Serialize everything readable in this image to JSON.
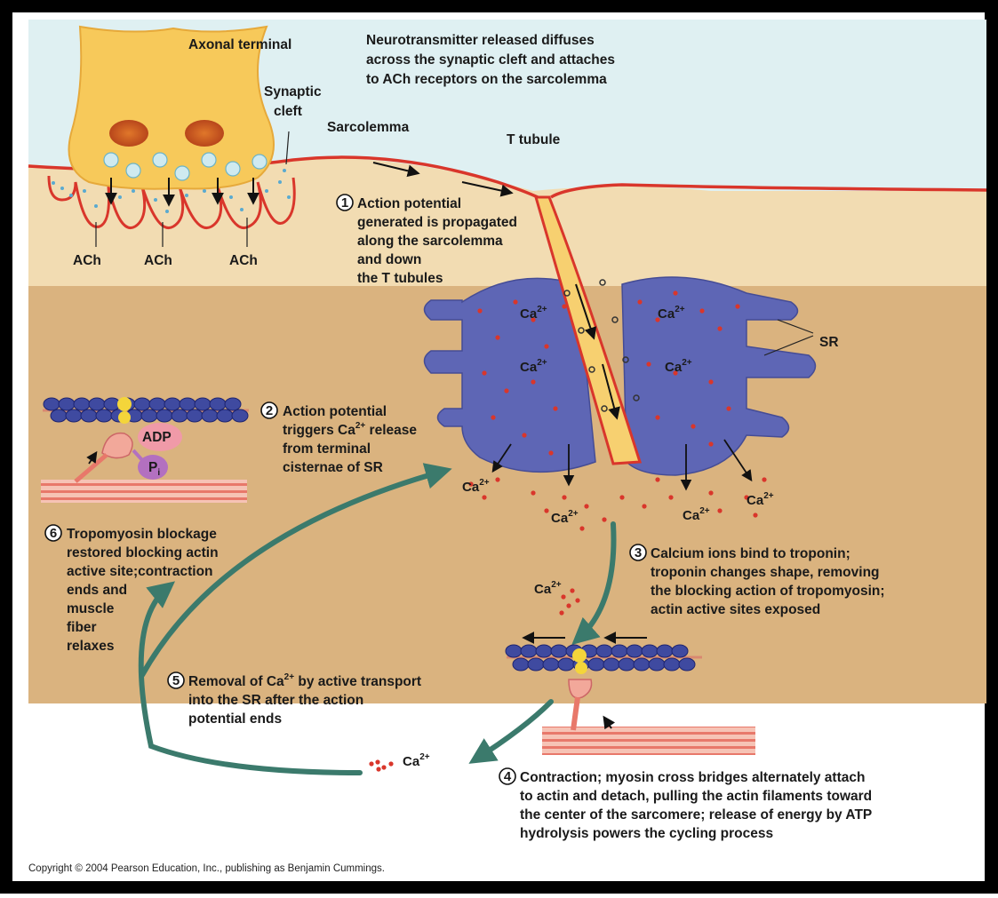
{
  "labels": {
    "axonal_terminal": "Axonal terminal",
    "synaptic_cleft_1": "Synaptic",
    "synaptic_cleft_2": "cleft",
    "sarcolemma": "Sarcolemma",
    "t_tubule": "T tubule",
    "ach_1": "ACh",
    "ach_2": "ACh",
    "ach_3": "ACh",
    "sr": "SR",
    "adp": "ADP",
    "pi_main": "P",
    "pi_sub": "i",
    "ca_base": "Ca",
    "ca_sup": "2+"
  },
  "intro": {
    "line1": "Neurotransmitter released diffuses",
    "line2": "across the synaptic cleft and attaches",
    "line3": "to ACh receptors on the sarcolemma"
  },
  "steps": [
    {
      "num": "1",
      "lines": [
        "Action potential",
        "generated is propagated",
        "along the sarcolemma",
        "and down",
        "the T tubules"
      ]
    },
    {
      "num": "2",
      "lines": [
        "Action potential",
        "triggers Ca",
        "release",
        "from terminal",
        "cisternae of SR"
      ]
    },
    {
      "num": "3",
      "lines": [
        "Calcium ions bind to troponin;",
        "troponin changes shape, removing",
        "the blocking action of tropomyosin;",
        "actin active sites exposed"
      ]
    },
    {
      "num": "4",
      "lines": [
        "Contraction; myosin cross bridges alternately attach",
        "to actin and detach, pulling the actin filaments toward",
        "the center of the sarcomere; release of energy by ATP",
        "hydrolysis powers the cycling process"
      ]
    },
    {
      "num": "5",
      "lines": [
        "Removal of Ca",
        "by active transport",
        "into the SR after the action",
        "potential ends"
      ]
    },
    {
      "num": "6",
      "lines": [
        "Tropomyosin blockage",
        "restored blocking actin",
        "active site;contraction",
        "ends and",
        "muscle",
        "fiber",
        "relaxes"
      ]
    }
  ],
  "copyright": "Copyright © 2004 Pearson Education, Inc., publishing as Benjamin Cummings.",
  "colors": {
    "sky": "#dff0f2",
    "extracell": "#f2dcb2",
    "cytoplasm": "#dab37f",
    "sarcolemma": "#d9362b",
    "sr": "#5e66b5",
    "terminal": "#f7c95a",
    "arrow_green": "#3b7a6c"
  }
}
